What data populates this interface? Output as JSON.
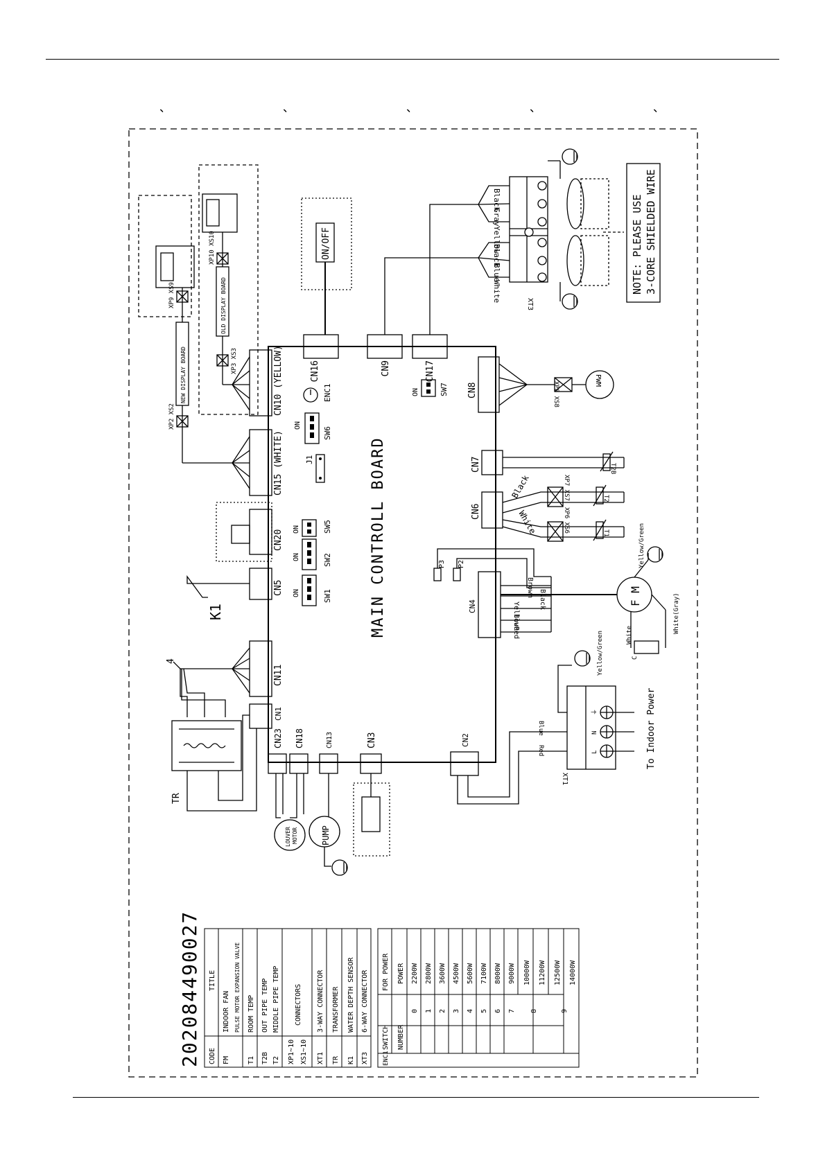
{
  "page": {
    "ticks": [
      "、",
      "、",
      "、",
      "、",
      "、"
    ]
  },
  "diagram": {
    "drawing_number": "202084490027",
    "board_title": "MAIN CONTROLL BOARD",
    "note_line1": "NOTE: PLEASE USE",
    "note_line2": "3-CORE SHIELDED WIRE",
    "on_off": "ON/OFF",
    "to_power": "To Indoor Power",
    "k1": "K1",
    "tr": "TR",
    "four": "4",
    "connectors": {
      "cn16": "CN16",
      "cn9": "CN9",
      "cn17": "CN17",
      "cn8": "CN8",
      "cn7": "CN7",
      "cn6": "CN6",
      "cn4": "CN4",
      "cn2": "CN2",
      "cn10": "CN10 (YELLOW)",
      "cn15": "CN15 (WHITE)",
      "cn20": "CN20",
      "cn5": "CN5",
      "cn11": "CN11",
      "cn1": "CN1",
      "cn23": "CN23",
      "cn18": "CN18",
      "cn13": "CN13",
      "cn3": "CN3"
    },
    "switches": {
      "sw1": "SW1",
      "sw2": "SW2",
      "sw5": "SW5",
      "sw6": "SW6",
      "sw7": "SW7",
      "enc1": "ENC1",
      "j1": "J1",
      "on": "ON",
      "p2": "P2",
      "p3": "P3"
    },
    "boards": {
      "new_display": "NEW DISPLAY BOARD",
      "old_display": "OLD DISPLAY BOARD",
      "xp9xs9": "XP9 XS9",
      "xp10xs10": "XP10 XS10",
      "xp2xs2": "XP2 XS2",
      "xp3xs3": "XP3 XS3"
    },
    "xt3": {
      "label": "XT3",
      "wires": [
        "Black",
        "Gray",
        "Yellow",
        "Black",
        "Blue",
        "White"
      ]
    },
    "pwm": {
      "label": "PWM",
      "plug": "XP8 XS8"
    },
    "sensors": {
      "t2b": "T2B",
      "t2": "T2",
      "t1": "T1",
      "xp7xs7": "XP7 XS7",
      "xp6xs6": "XP6 XS6",
      "black": "Black",
      "white": "White"
    },
    "motor": {
      "label": "F M",
      "cn4_wires": [
        "Brown",
        "Black",
        "Yellow",
        "Blue",
        "Red"
      ],
      "yellow_green": "Yellow/Green",
      "white_gray": "White(Gray)",
      "white": "White",
      "c": "C"
    },
    "xt1": {
      "label": "XT1",
      "terminals": [
        "L",
        "N",
        "⏚"
      ],
      "wires": [
        "Red",
        "Blue"
      ],
      "yellow_green": "Yellow/Green"
    },
    "louver": {
      "line1": "LOUVER",
      "line2": "MOTOR"
    },
    "pump": "PUMP"
  },
  "code_table": {
    "header": [
      "CODE",
      "TITLE"
    ],
    "rows": [
      [
        "FM",
        "INDOOR FAN"
      ],
      [
        "",
        "PULSE MOTOR EXPANSION VALVE"
      ],
      [
        "T1",
        "ROOM TEMP"
      ],
      [
        "T2B",
        "OUT PIPE TEMP"
      ],
      [
        "T2",
        "MIDDLE PIPE TEMP"
      ],
      [
        "XP1~10",
        "CONNECTORS"
      ],
      [
        "XS1~10",
        ""
      ],
      [
        "XT1",
        "3-WAY CONNECTOR"
      ],
      [
        "TR",
        "TRANSFORMER"
      ],
      [
        "K1",
        "WATER DEPTH SENSOR"
      ],
      [
        "XT3",
        "6-WAY CONNECTOR"
      ]
    ]
  },
  "enc_table": {
    "code": "ENC1",
    "header_top": [
      "SWITCH",
      "FOR POWER"
    ],
    "header": [
      "NUMBER",
      "POWER"
    ],
    "rows": [
      [
        "0",
        "2200W"
      ],
      [
        "1",
        "2800W"
      ],
      [
        "2",
        "3600W"
      ],
      [
        "3",
        "4500W"
      ],
      [
        "4",
        "5600W"
      ],
      [
        "5",
        "7100W"
      ],
      [
        "6",
        "8000W"
      ],
      [
        "7",
        "9000W"
      ],
      [
        "",
        "10000W"
      ],
      [
        "8",
        "11200W"
      ],
      [
        "",
        "12500W"
      ],
      [
        "9",
        "14000W"
      ]
    ]
  }
}
